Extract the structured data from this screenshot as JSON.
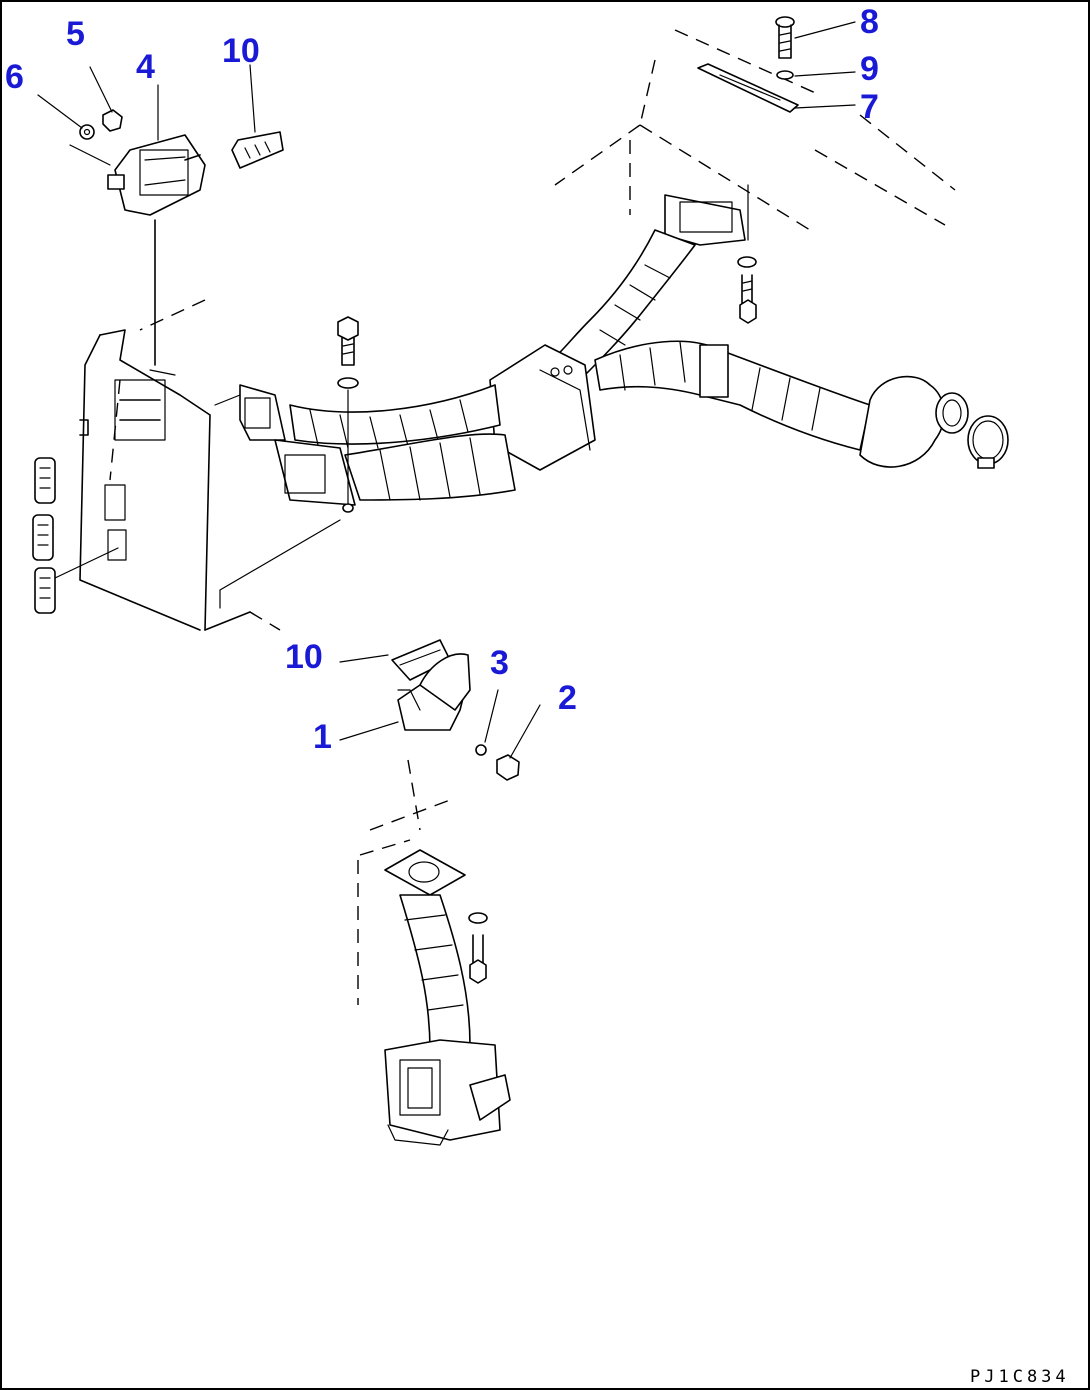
{
  "callouts": {
    "c1": "1",
    "c2": "2",
    "c3": "3",
    "c4": "4",
    "c5": "5",
    "c6": "6",
    "c7": "7",
    "c8": "8",
    "c9": "9",
    "c10a": "10",
    "c10b": "10"
  },
  "drawing_code": "PJ1C834",
  "colors": {
    "callout": "#1a1ad6",
    "line": "#000000",
    "background": "#ffffff"
  }
}
